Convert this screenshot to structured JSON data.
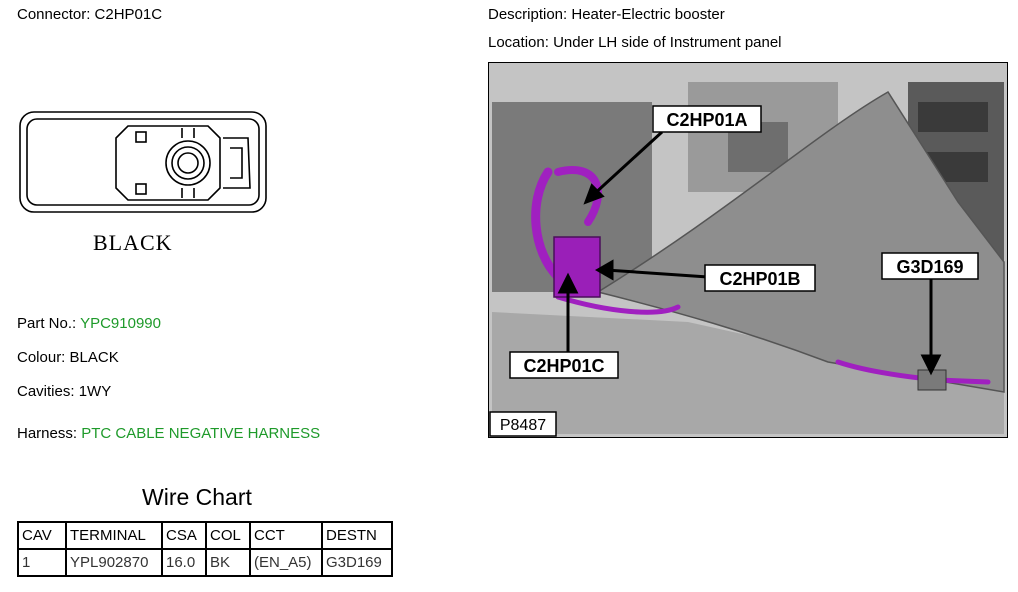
{
  "connector": {
    "label": "Connector:",
    "value": "C2HP01C",
    "drawing_colour_label": "BLACK"
  },
  "description": {
    "label": "Description:",
    "value": "Heater-Electric booster"
  },
  "location": {
    "label": "Location:",
    "value": "Under LH side of Instrument panel"
  },
  "part_no": {
    "label": "Part No.:",
    "value": "YPC910990"
  },
  "colour": {
    "label": "Colour:",
    "value": "BLACK"
  },
  "cavities": {
    "label": "Cavities:",
    "value": "1WY"
  },
  "harness": {
    "label": "Harness:",
    "value": "PTC CABLE NEGATIVE HARNESS"
  },
  "wire_chart": {
    "title": "Wire Chart",
    "headers": [
      "CAV",
      "TERMINAL",
      "CSA",
      "COL",
      "CCT",
      "DESTN"
    ],
    "rows": [
      [
        "1",
        "YPL902870",
        "16.0",
        "BK",
        "(EN_A5)",
        "G3D169"
      ]
    ]
  },
  "photo": {
    "callouts": [
      "C2HP01A",
      "C2HP01B",
      "C2HP01C",
      "G3D169"
    ],
    "figure_id": "P8487",
    "colors": {
      "harness": "#a020c0",
      "background": "#bdbdbd",
      "panel": "#8c8c8c"
    }
  }
}
